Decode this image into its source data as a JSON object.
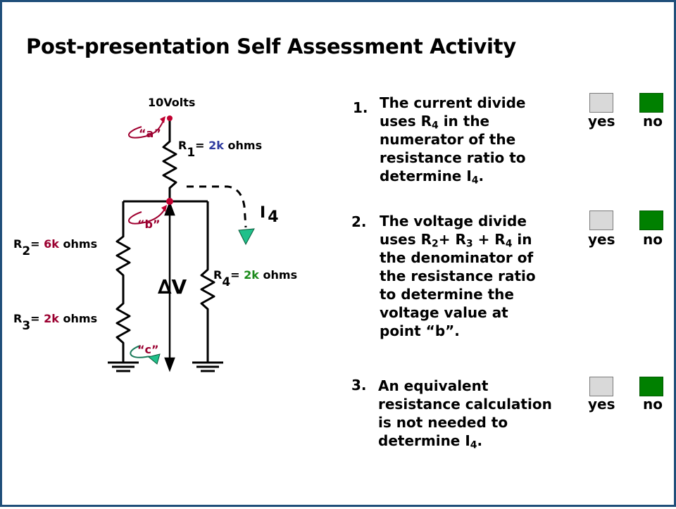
{
  "title": "Post-presentation Self Assessment Activity",
  "circuit": {
    "source_label": "10Volts",
    "node_a": "“a”",
    "node_b": "“b”",
    "node_c": "“c”",
    "current_label": "I",
    "current_sub": "4",
    "delta_v": "∆V",
    "r1": {
      "name": "R",
      "sub": "1",
      "eq": "= ",
      "value": "2k",
      "unit": " ohms"
    },
    "r2": {
      "name": "R",
      "sub": "2",
      "eq": "= ",
      "value": "6k",
      "unit": " ohms"
    },
    "r3": {
      "name": "R",
      "sub": "3",
      "eq": "= ",
      "value": "2k",
      "unit": " ohms"
    },
    "r4": {
      "name": "R",
      "sub": "4",
      "eq": "= ",
      "value": "2k",
      "unit": " ohms"
    }
  },
  "questions": [
    {
      "number": "1.",
      "lines": [
        "The current divide",
        "uses R|4| in the",
        "numerator of the",
        "resistance ratio to",
        "determine I|4|."
      ],
      "yes": "yes",
      "no": "no"
    },
    {
      "number": "2.",
      "lines": [
        "The voltage divide",
        "uses R|2|+ R|3| + R|4| in",
        "the denominator of",
        "the resistance ratio",
        "to determine the",
        "voltage value at",
        "point “b”."
      ],
      "yes": "yes",
      "no": "no"
    },
    {
      "number": "3.",
      "lines": [
        "An equivalent",
        "resistance calculation",
        "is not needed to",
        "determine I|4|."
      ],
      "yes": "yes",
      "no": "no"
    }
  ],
  "colors": {
    "red": "#9b0030",
    "blue": "#2e3a9f",
    "green": "#1a8a1a",
    "no_box": "#008000",
    "yes_box": "#d9d9d9",
    "border": "#1f4e79",
    "teal_arrow": "#20c08a"
  }
}
